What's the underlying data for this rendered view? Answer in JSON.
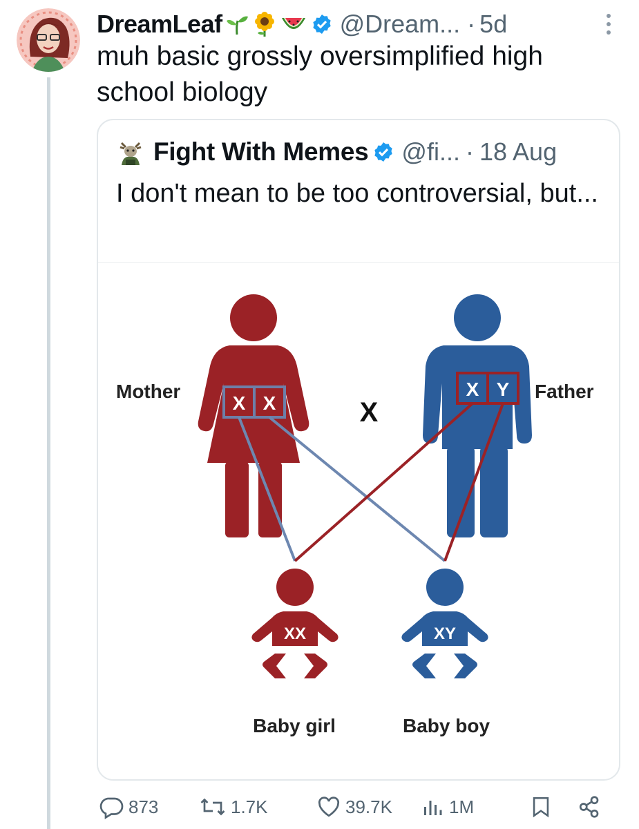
{
  "tweet": {
    "author_name": "DreamLeaf",
    "author_emojis": [
      "seedling-icon",
      "sunflower-icon",
      "watermelon-icon"
    ],
    "handle": "@Dream...",
    "separator": "·",
    "time": "5d",
    "text": "muh basic grossly oversimplified high school biology"
  },
  "quoted_tweet": {
    "author_name": "Fight With Memes",
    "handle": "@fi...",
    "separator": "·",
    "time": "18 Aug",
    "text": "I don't mean to be too controversial, but...",
    "image": {
      "mother_label": "Mother",
      "father_label": "Father",
      "cross_symbol": "X",
      "mother_chromosomes": [
        "X",
        "X"
      ],
      "father_chromosomes": [
        "X",
        "Y"
      ],
      "girl_chromosomes": "XX",
      "boy_chromosomes": "XY",
      "girl_label": "Baby girl",
      "boy_label": "Baby boy",
      "colors": {
        "female": "#9b2226",
        "male": "#2b5d9b"
      }
    }
  },
  "actions": {
    "replies": "873",
    "reposts": "1.7K",
    "likes": "39.7K",
    "views": "1M"
  },
  "colors": {
    "verified": "#1d9bf0",
    "secondary_text": "#536471"
  }
}
